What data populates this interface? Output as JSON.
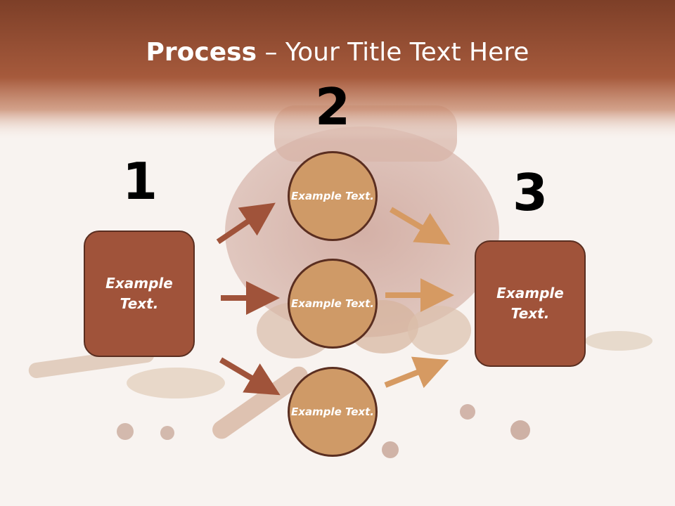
{
  "title": {
    "bold": "Process",
    "rest": " – Your Title Text Here"
  },
  "steps": {
    "one": "1",
    "two": "2",
    "three": "3"
  },
  "left_box": {
    "text": "Example Text."
  },
  "right_box": {
    "text": "Example Text."
  },
  "circles": [
    {
      "text": "Example Text."
    },
    {
      "text": "Example Text."
    },
    {
      "text": "Example Text."
    }
  ],
  "colors": {
    "header": "#a0533a",
    "box": "#a0533a",
    "circle": "#cf9a67",
    "outline": "#5a2e20",
    "arrow_dark": "#a0533a",
    "arrow_light": "#d69a62"
  }
}
